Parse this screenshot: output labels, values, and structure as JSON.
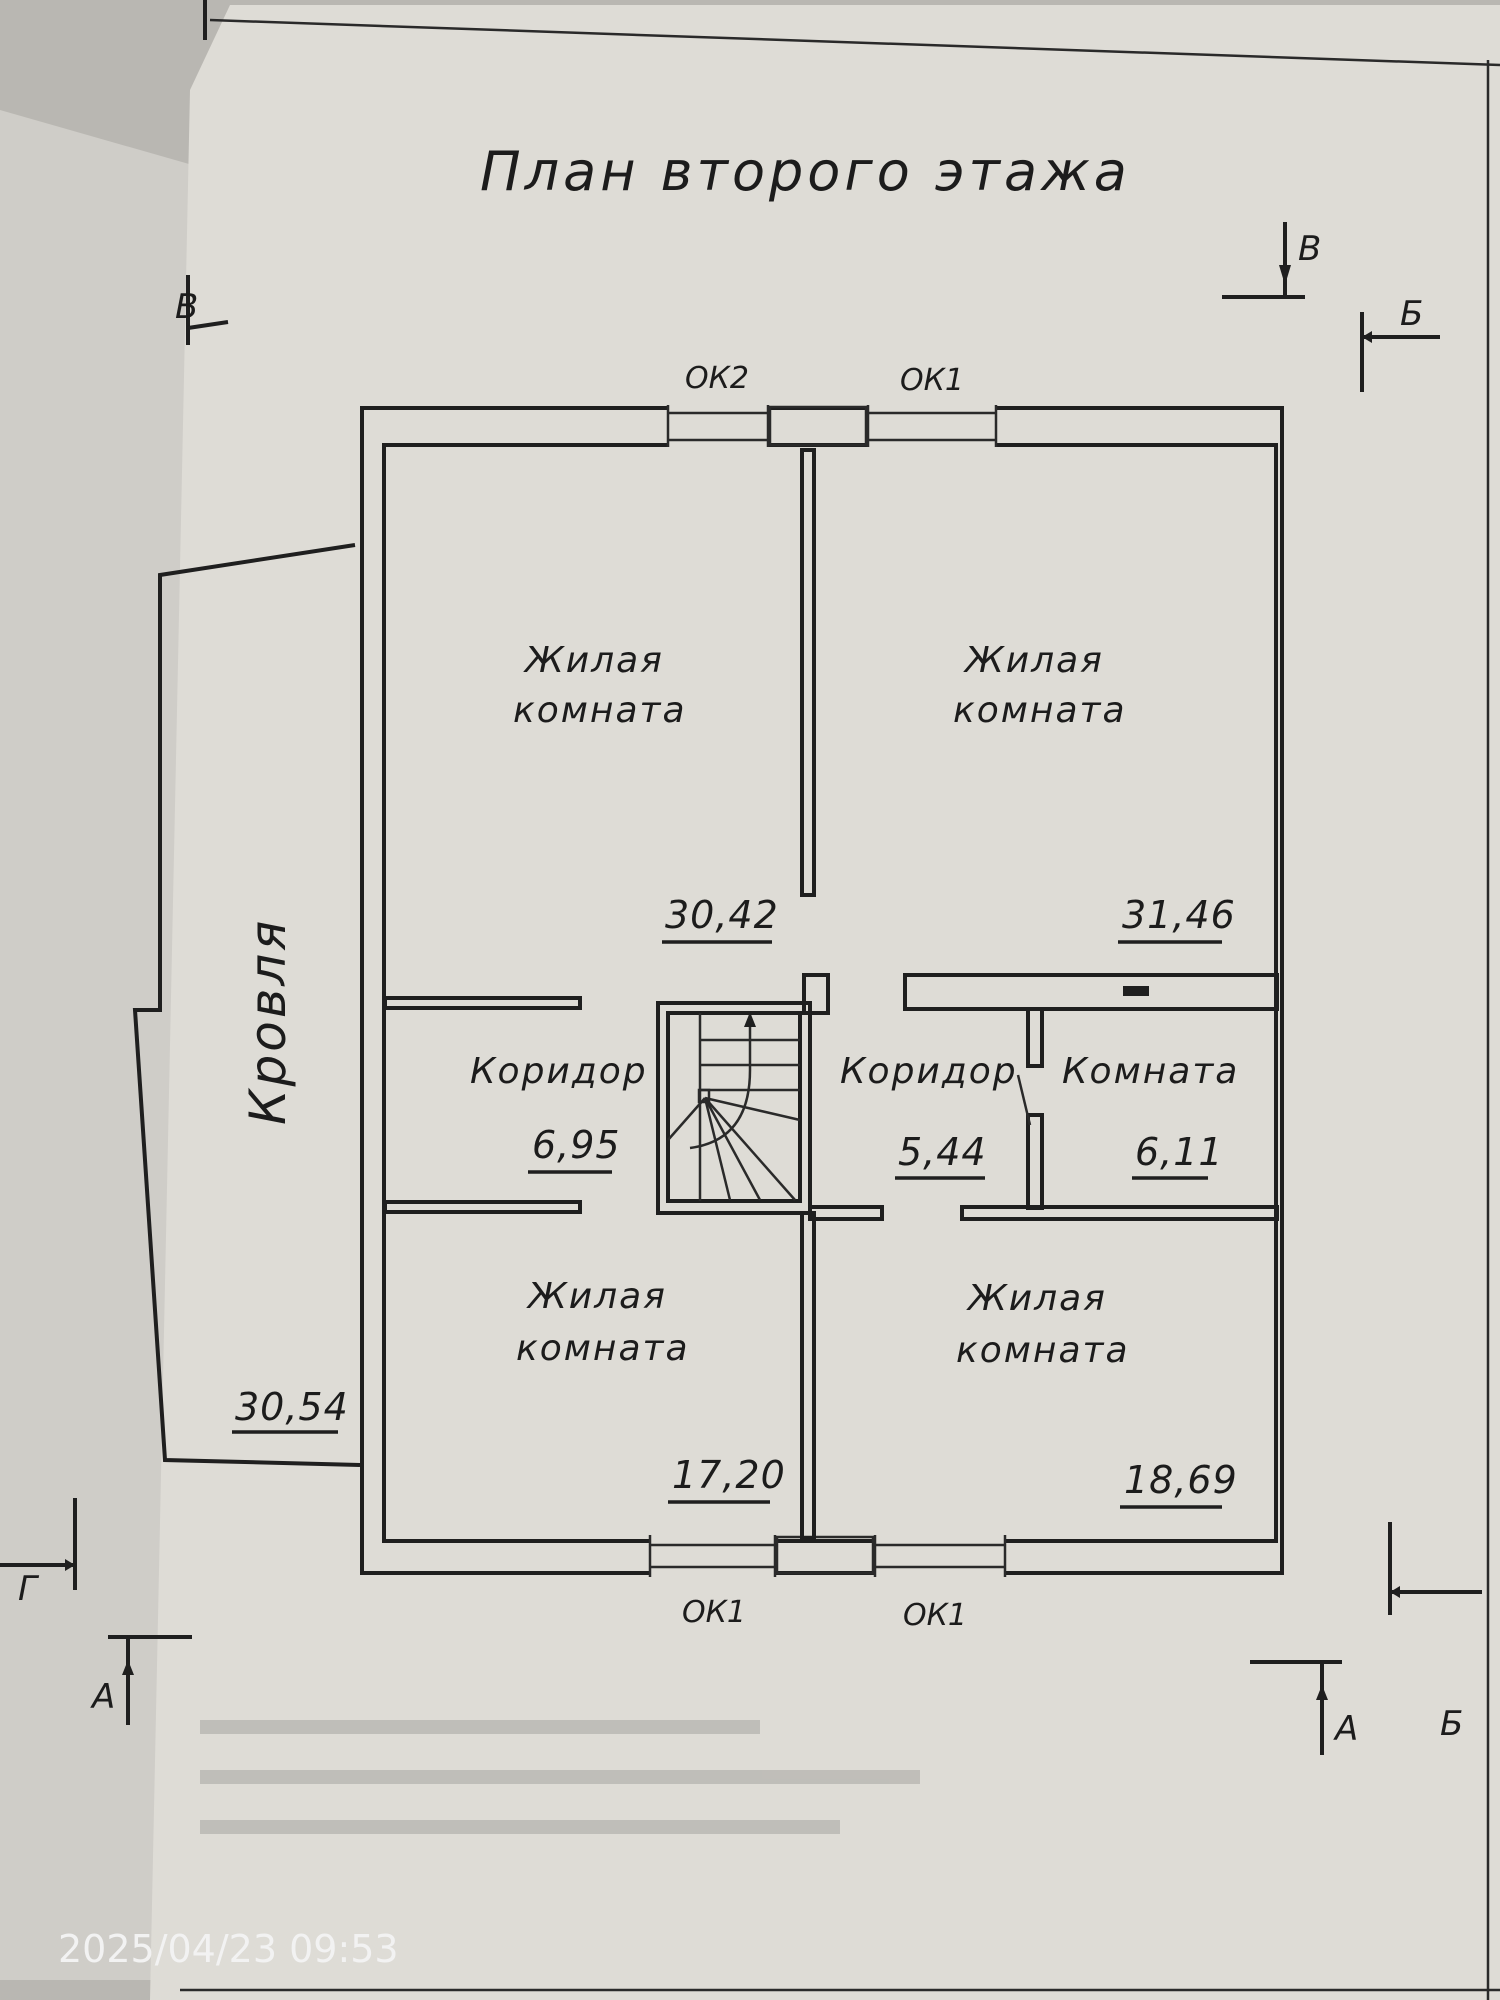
{
  "drawing": {
    "title": "План второго этажа",
    "roof": {
      "label": "Кровля",
      "area": "30,54"
    },
    "rooms": [
      {
        "id": "living-nw",
        "label_line1": "Жилая",
        "label_line2": "комната",
        "area": "30,42"
      },
      {
        "id": "living-ne",
        "label_line1": "Жилая",
        "label_line2": "комната",
        "area": "31,46"
      },
      {
        "id": "corridor-w",
        "label_line1": "Коридор",
        "label_line2": "",
        "area": "6,95"
      },
      {
        "id": "corridor-c",
        "label_line1": "Коридор",
        "label_line2": "",
        "area": "5,44"
      },
      {
        "id": "room-small",
        "label_line1": "Комната",
        "label_line2": "",
        "area": "6,11"
      },
      {
        "id": "living-sw",
        "label_line1": "Жилая",
        "label_line2": "комната",
        "area": "17,20"
      },
      {
        "id": "living-se",
        "label_line1": "Жилая",
        "label_line2": "комната",
        "area": "18,69"
      }
    ],
    "windows": {
      "top_left": "ОК2",
      "top_right": "ОК1",
      "bottom_left": "ОК1",
      "bottom_right": "ОК1"
    },
    "section_marks": {
      "v_top": "В",
      "b_top_right": "Б",
      "b_bottom_right": "Б",
      "a_bottom_left": "А",
      "a_bottom_right": "А",
      "g_left": "Г",
      "v_left_edge": "В"
    }
  },
  "photo": {
    "timestamp": "2025/04/23 09:53"
  },
  "colors": {
    "paper": "#dedcd6",
    "ink": "#1f1f1f",
    "background": "#b9b7b2"
  }
}
